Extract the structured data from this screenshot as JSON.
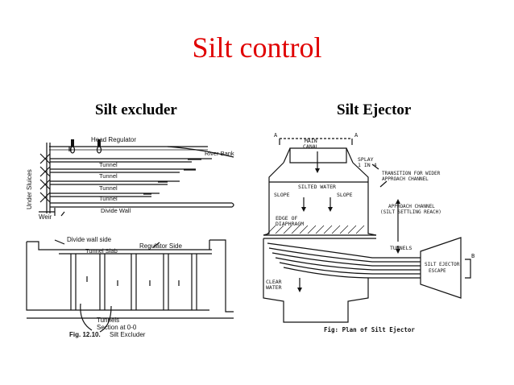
{
  "slide": {
    "title": "Silt control",
    "left_heading": "Silt excluder",
    "right_heading": "Silt Ejector"
  },
  "excluder": {
    "head_regulator": "Head Regulator",
    "river_bank": "River Bank",
    "tunnel": "Tunnel",
    "divide_wall": "Divide Wall",
    "under_sluices": "Under Sluices",
    "weir": "Weir",
    "divide_wall_side": "Divide wall side",
    "regulator_side": "Regulator Side",
    "tunnel_slab": "Tunnel Slab",
    "tunnels": "Tunnels",
    "section": "Section at 0-0",
    "caption_num": "Fig. 12.10.",
    "caption_text": "Silt Excluder"
  },
  "ejector": {
    "a_label": "A",
    "b_label": "B",
    "main_canal_1": "MAIN",
    "main_canal_2": "CANAL",
    "splay_1": "SPLAY",
    "splay_2": "1 IN 4",
    "transition_1": "TRANSITION FOR WIDER",
    "transition_2": "APPROACH CHANNEL",
    "silted_water": "SILTED WATER",
    "slope": "SLOPE",
    "approach_1": "APPROACH CHANNEL",
    "approach_2": "(SILT SETTLING REACH)",
    "edge_1": "EDGE OF",
    "edge_2": "DIAPHRAGM",
    "tunnels": "TUNNELS",
    "silt_ejector": "SILT EJECTOR",
    "escape": "ESCAPE",
    "clear_1": "CLEAR",
    "clear_2": "WATER",
    "caption": "Fig: Plan of Silt Ejector"
  }
}
